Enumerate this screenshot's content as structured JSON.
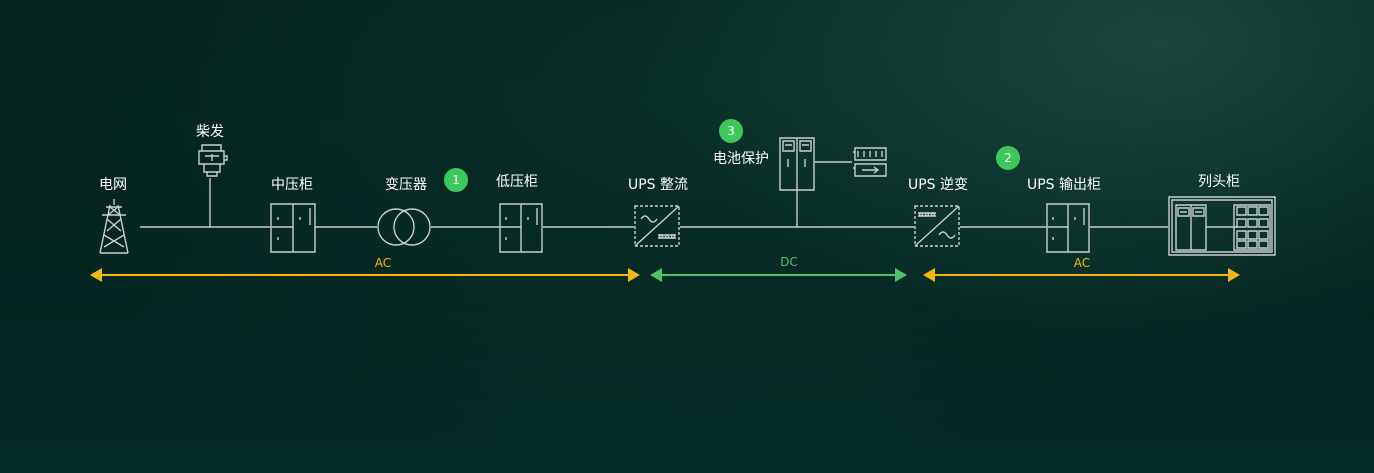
{
  "nodes": {
    "grid": "电网",
    "diesel": "柴发",
    "mv_cabinet": "中压柜",
    "transformer": "变压器",
    "lv_cabinet": "低压柜",
    "ups_rectifier": "UPS 整流",
    "battery_protection": "电池保护",
    "ups_inverter": "UPS 逆变",
    "ups_output_cabinet": "UPS 输出柜",
    "column_head_cabinet": "列头柜"
  },
  "badges": {
    "b1": "1",
    "b2": "2",
    "b3": "3"
  },
  "segments": {
    "ac_left": {
      "label": "AC",
      "color": "#f3b70f"
    },
    "dc": {
      "label": "DC",
      "color": "#4cc26b"
    },
    "ac_right": {
      "label": "AC",
      "color": "#f3b70f"
    }
  },
  "colors": {
    "line": "#c9cfcd",
    "badge": "#3ec75a"
  }
}
